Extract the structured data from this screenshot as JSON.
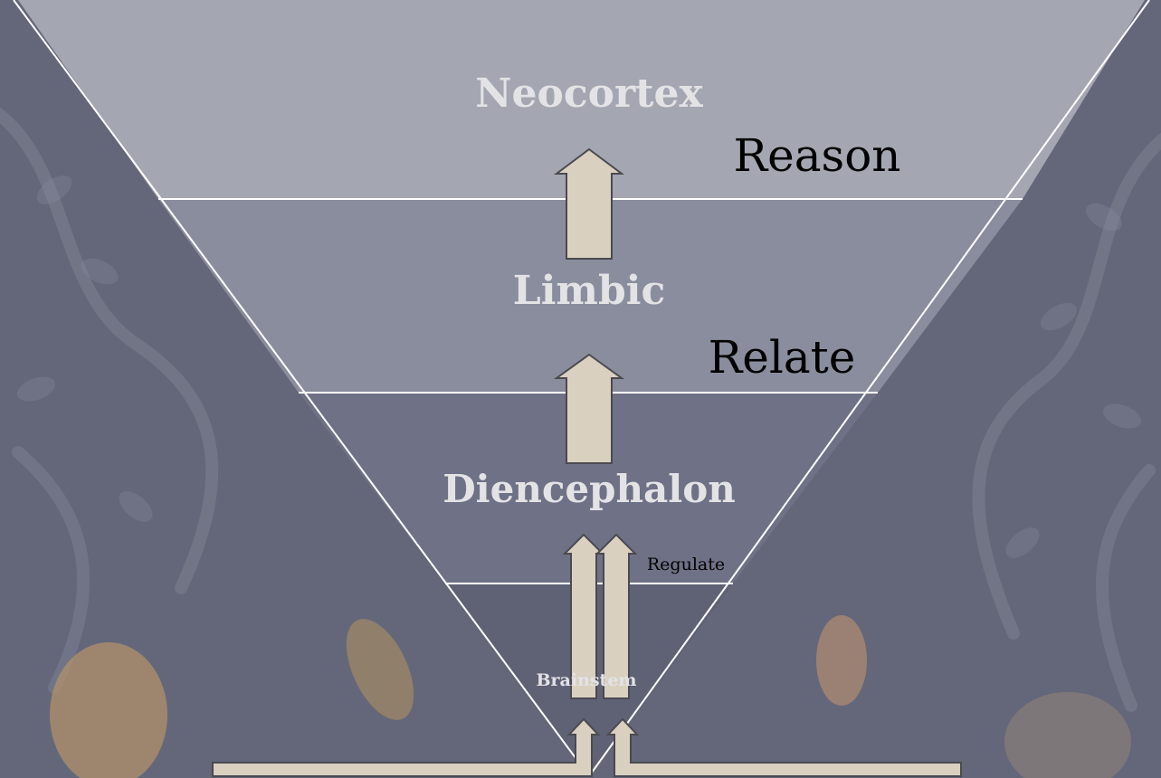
{
  "layers": [
    {
      "id": "neocortex",
      "name": "Neocortex",
      "function": "Reason"
    },
    {
      "id": "limbic",
      "name": "Limbic",
      "function": "Relate"
    },
    {
      "id": "diencephalon",
      "name": "Diencephalon",
      "function": "Regulate"
    },
    {
      "id": "brainstem",
      "name": "Brainstem",
      "function": ""
    }
  ],
  "colors": {
    "background": "#646779",
    "neocortex_fill": "#a4a7b1",
    "limbic_fill": "#8a8d9d",
    "diencephalon_fill": "#6f7286",
    "brainstem_fill": "#5f6275",
    "arrow_fill": "#d9d0c0",
    "arrow_stroke": "#4a4a50",
    "layer_text": "#e3e3e6",
    "function_text": "#000000"
  }
}
